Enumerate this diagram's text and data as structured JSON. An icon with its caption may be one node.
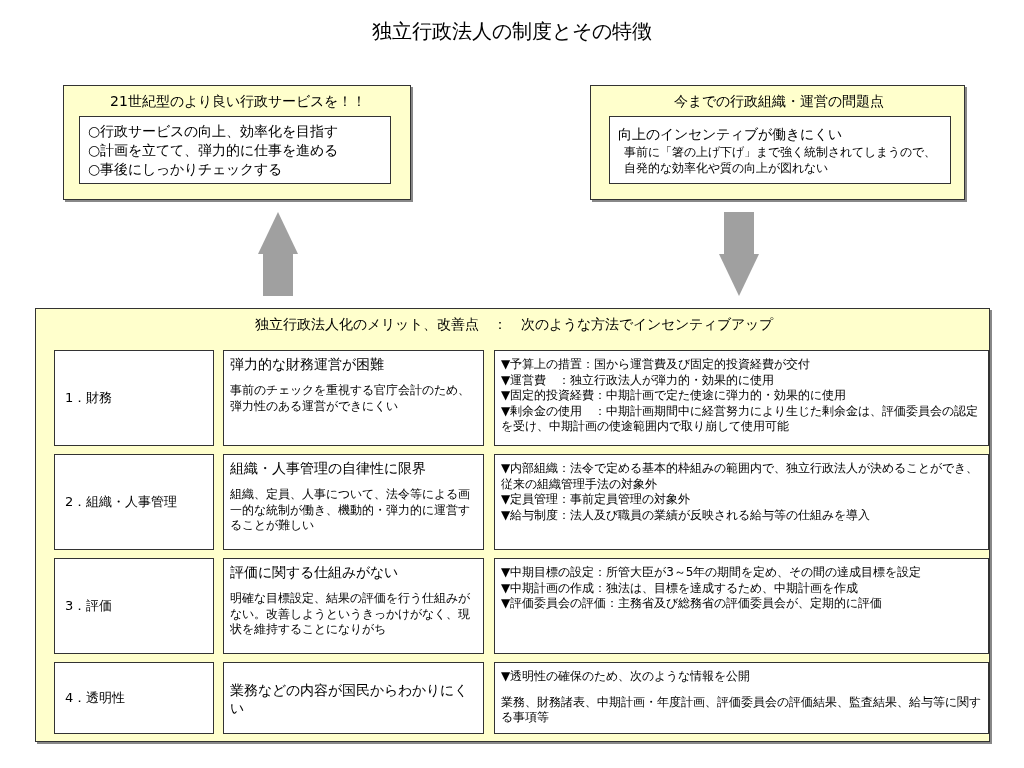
{
  "diagram": {
    "title": "独立行政法人の制度とその特徴",
    "nodes": [
      {
        "text": [
          "21世紀型のより良い行政サービスを！！"
        ]
      },
      {
        "text": [
          "○行政サービスの向上、効率化を目指す",
          "○計画を立てて、弾力的に仕事を進める",
          "○事後にしっかりチェックする"
        ],
        "in": 0
      },
      {
        "text": [
          "今までの行政組織・運営の問題点"
        ]
      },
      {
        "text": [
          "向上のインセンティブが働きにくい",
          "事前に「箸の上げ下げ」まで強く統制されてしまうので、自発的な効率化や質の向上が図れない"
        ],
        "in": 2
      },
      {
        "text": [
          "独立行政法人化のメリット、改善点　：　次のような方法でインセンティブアップ"
        ]
      },
      {
        "text": [
          "1．財務"
        ],
        "in": 4
      },
      {
        "text": [
          "弾力的な財務運営が困難",
          "事前のチェックを重視する官庁会計のため、弾力性のある運営ができにくい"
        ],
        "in": 4
      },
      {
        "text": [
          "▼予算上の措置：国から運営費及び固定的投資経費が交付",
          "▼運営費　：独立行政法人が弾力的・効果的に使用",
          "▼固定的投資経費：中期計画で定た使途に弾力的・効果的に使用",
          "▼剰余金の使用　：中期計画期間中に経営努力により生じた剰余金は、評価委員会の認定を受け、中期計画の使途範囲内で取り崩して使用可能"
        ],
        "in": 4
      },
      {
        "text": [
          "2．組織・人事管理"
        ],
        "in": 4
      },
      {
        "text": [
          "組織・人事管理の自律性に限界",
          "組織、定員、人事について、法令等による画一的な統制が働き、機動的・弾力的に運営することが難しい"
        ],
        "in": 4
      },
      {
        "text": [
          "▼内部組織：法令で定める基本的枠組みの範囲内で、独立行政法人が決めることができ、従来の組織管理手法の対象外",
          "▼定員管理：事前定員管理の対象外",
          "▼給与制度：法人及び職員の業績が反映される給与等の仕組みを導入"
        ],
        "in": 4
      },
      {
        "text": [
          "3．評価"
        ],
        "in": 4
      },
      {
        "text": [
          "評価に関する仕組みがない",
          "明確な目標設定、結果の評価を行う仕組みがない。改善しようというきっかけがなく、現状を維持することになりがち"
        ],
        "in": 4
      },
      {
        "text": [
          "▼中期目標の設定：所管大臣が3～5年の期間を定め、その間の達成目標を設定",
          "▼中期計画の作成：独法は、目標を達成するため、中期計画を作成",
          "▼評価委員会の評価：主務省及び総務省の評価委員会が、定期的に評価"
        ],
        "in": 4
      },
      {
        "text": [
          "4．透明性"
        ],
        "in": 4
      },
      {
        "text": [
          "業務などの内容が国民からわかりにくい"
        ],
        "in": 4
      },
      {
        "text": [
          "▼透明性の確保のため、次のような情報を公開",
          "業務、財務諸表、中期計画・年度計画、評価委員会の評価結果、監査結果、給与等に関する事項等"
        ],
        "in": 4
      }
    ],
    "edges": [
      {
        "from": 4,
        "to": 0,
        "arrow": "to"
      },
      {
        "from": 2,
        "to": 4,
        "arrow": "to"
      }
    ]
  }
}
